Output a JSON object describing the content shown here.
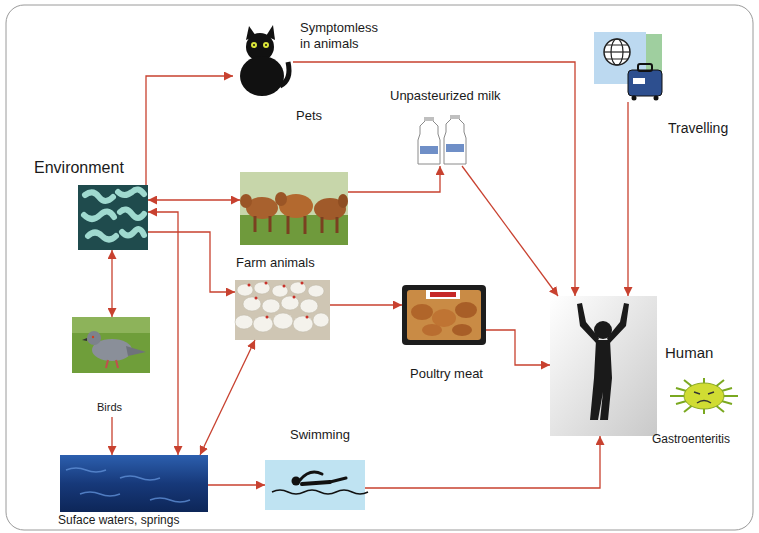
{
  "diagram": {
    "nodes": [
      {
        "text": [
          "Symptomless in animals",
          "Pets"
        ]
      },
      {
        "text": [
          "Environment"
        ]
      },
      {
        "text": [
          "Farm animals"
        ]
      },
      {
        "text": [
          "Unpasteurized milk"
        ]
      },
      {
        "text": []
      },
      {
        "text": [
          "Poultry meat"
        ]
      },
      {
        "text": [
          "Birds"
        ]
      },
      {
        "text": [
          "Suface waters, springs"
        ]
      },
      {
        "text": [
          "Swimming"
        ]
      },
      {
        "text": [
          "Travelling"
        ]
      },
      {
        "text": [
          "Human",
          "Gastroenteritis"
        ]
      }
    ],
    "edges": [
      {
        "from": 1,
        "to": 0,
        "arrow": "to"
      },
      {
        "from": 1,
        "to": 2,
        "arrow": "both"
      },
      {
        "from": 1,
        "to": 6,
        "arrow": "both"
      },
      {
        "from": 1,
        "to": 4,
        "arrow": "to"
      },
      {
        "from": 1,
        "to": 7,
        "arrow": "both"
      },
      {
        "from": 6,
        "to": 7,
        "arrow": "to"
      },
      {
        "from": 4,
        "to": 7,
        "arrow": "both"
      },
      {
        "from": 2,
        "to": 3,
        "arrow": "to"
      },
      {
        "from": 4,
        "to": 5,
        "arrow": "to"
      },
      {
        "from": 3,
        "to": 10,
        "arrow": "to"
      },
      {
        "from": 5,
        "to": 10,
        "arrow": "to"
      },
      {
        "from": 0,
        "to": 10,
        "arrow": "to"
      },
      {
        "from": 9,
        "to": 10,
        "arrow": "to"
      },
      {
        "from": 7,
        "to": 8,
        "arrow": "to"
      },
      {
        "from": 8,
        "to": 10,
        "arrow": "to"
      }
    ]
  }
}
